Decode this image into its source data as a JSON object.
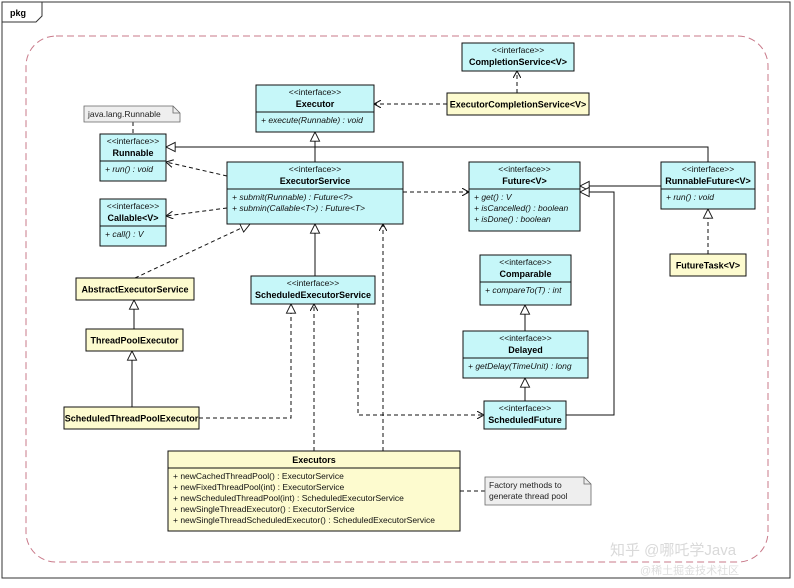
{
  "package": {
    "name": "pkg"
  },
  "stereotype": "<<interface>>",
  "classes": {
    "completion_service": {
      "name": "CompletionService<V>",
      "interface": true,
      "members": []
    },
    "executor_completion_service": {
      "name": "ExecutorCompletionService<V>",
      "interface": false,
      "members": []
    },
    "executor": {
      "name": "Executor",
      "interface": true,
      "members": [
        "+ execute(Runnable) : void"
      ]
    },
    "runnable": {
      "name": "Runnable",
      "interface": true,
      "members": [
        "+ run() : void"
      ]
    },
    "callable": {
      "name": "Callable<V>",
      "interface": true,
      "members": [
        "+ call() : V"
      ]
    },
    "executor_service": {
      "name": "ExecutorService",
      "interface": true,
      "members": [
        "+ submit(Runnable) : Future<?>",
        "+ submin(Callable<T>) : Future<T>"
      ]
    },
    "future": {
      "name": "Future<V>",
      "interface": true,
      "members": [
        "+ get() : V",
        "+ isCancelled() : boolean",
        "+ isDone() : boolean"
      ]
    },
    "runnable_future": {
      "name": "RunnableFuture<V>",
      "interface": true,
      "members": [
        "+ run() : void"
      ]
    },
    "future_task": {
      "name": "FutureTask<V>",
      "interface": false,
      "members": []
    },
    "abstract_executor_service": {
      "name": "AbstractExecutorService",
      "interface": false,
      "members": []
    },
    "scheduled_executor_service": {
      "name": "ScheduledExecutorService",
      "interface": true,
      "members": []
    },
    "comparable": {
      "name": "Comparable",
      "interface": true,
      "members": [
        "+ compareTo(T) : int"
      ]
    },
    "thread_pool_executor": {
      "name": "ThreadPoolExecutor",
      "interface": false,
      "members": []
    },
    "delayed": {
      "name": "Delayed",
      "interface": true,
      "members": [
        "+ getDelay(TimeUnit) : long"
      ]
    },
    "scheduled_thread_pool_executor": {
      "name": "ScheduledThreadPoolExecutor",
      "interface": false,
      "members": []
    },
    "scheduled_future": {
      "name": "ScheduledFuture",
      "interface": true,
      "members": []
    },
    "executors": {
      "name": "Executors",
      "interface": false,
      "members": [
        "+ newCachedThreadPool() : ExecutorService",
        "+ newFixedThreadPool(int) : ExecutorService",
        "+ newScheduledThreadPool(int) : ScheduledExecutorService",
        "+ newSingleThreadExecutor() : ExecutorService",
        "+ newSingleThreadScheduledExecutor() : ScheduledExecutorService"
      ]
    }
  },
  "notes": {
    "runnable_note": {
      "lines": [
        "java.lang.Runnable"
      ]
    },
    "factory_note": {
      "lines": [
        "Factory methods to",
        "generate thread pool"
      ]
    }
  },
  "watermark": {
    "line1": "知乎 @哪吒学Java",
    "line2": "@稀土掘金技术社区"
  },
  "colors": {
    "interface_fill": "#c6f7f9",
    "class_fill": "#fdfbcf",
    "frame_dash": "#c97a8a"
  }
}
